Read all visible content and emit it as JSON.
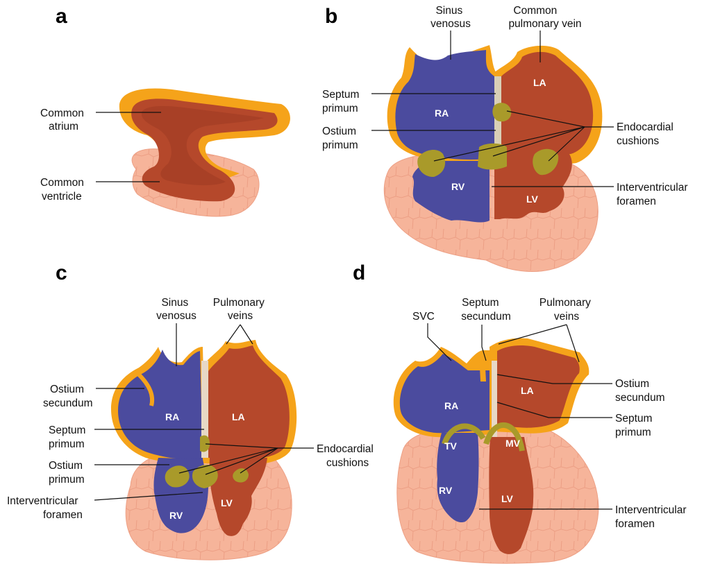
{
  "panels": {
    "a": {
      "letter": "a",
      "common_atrium": [
        "Common",
        "atrium"
      ],
      "common_ventricle": [
        "Common",
        "ventricle"
      ]
    },
    "b": {
      "letter": "b",
      "sinus_venosus": [
        "Sinus",
        "venosus"
      ],
      "common_pulmonary_vein": [
        "Common",
        "pulmonary vein"
      ],
      "septum_primum": [
        "Septum",
        "primum"
      ],
      "ostium_primum": [
        "Ostium",
        "primum"
      ],
      "endocardial_cushions": [
        "Endocardial",
        "cushions"
      ],
      "interventricular_foramen": [
        "Interventricular",
        "foramen"
      ],
      "ra": "RA",
      "la": "LA",
      "rv": "RV",
      "lv": "LV"
    },
    "c": {
      "letter": "c",
      "sinus_venosus": [
        "Sinus",
        "venosus"
      ],
      "pulmonary_veins": [
        "Pulmonary",
        "veins"
      ],
      "ostium_secundum": [
        "Ostium",
        "secundum"
      ],
      "septum_primum": [
        "Septum",
        "primum"
      ],
      "ostium_primum": [
        "Ostium",
        "primum"
      ],
      "endocardial_cushions": [
        "Endocardial",
        "cushions"
      ],
      "interventricular_foramen": [
        "Interventricular",
        "foramen"
      ],
      "ra": "RA",
      "la": "LA",
      "rv": "RV",
      "lv": "LV"
    },
    "d": {
      "letter": "d",
      "svc": "SVC",
      "septum_secundum": [
        "Septum",
        "secundum"
      ],
      "pulmonary_veins": [
        "Pulmonary",
        "veins"
      ],
      "ostium_secundum": [
        "Ostium",
        "secundum"
      ],
      "septum_primum": [
        "Septum",
        "primum"
      ],
      "interventricular_foramen": [
        "Interventricular",
        "foramen"
      ],
      "ra": "RA",
      "la": "LA",
      "rv": "RV",
      "lv": "LV",
      "tv": "TV",
      "mv": "MV"
    }
  },
  "colors": {
    "blue": "#4b4b9e",
    "red_brown": "#b5482b",
    "orange_wall": "#f5a31a",
    "muscle_pink": "#f6b49a",
    "cushion": "#a99a2a"
  }
}
